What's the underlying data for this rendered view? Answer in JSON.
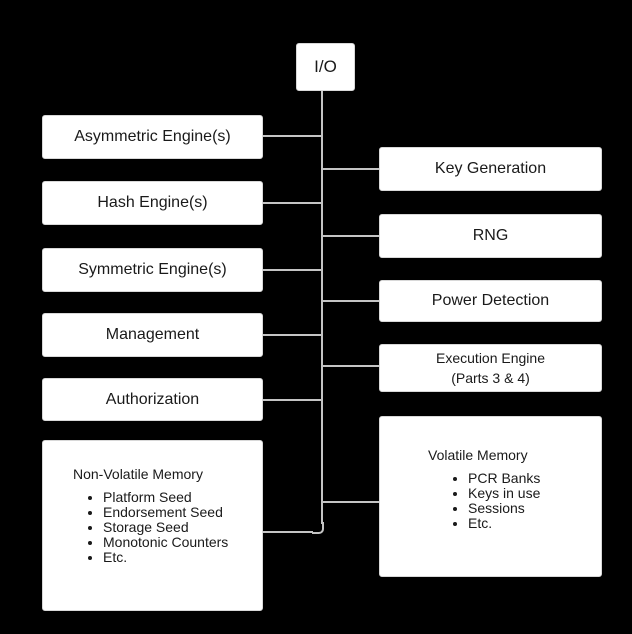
{
  "diagram": {
    "root": "I/O",
    "left": [
      {
        "label": "Asymmetric Engine(s)"
      },
      {
        "label": "Hash Engine(s)"
      },
      {
        "label": "Symmetric Engine(s)"
      },
      {
        "label": "Management"
      },
      {
        "label": "Authorization"
      }
    ],
    "right": [
      {
        "label": "Key Generation"
      },
      {
        "label": "RNG"
      },
      {
        "label": "Power Detection"
      }
    ],
    "execution_engine": {
      "line1": "Execution Engine",
      "line2": "(Parts 3 & 4)"
    },
    "non_volatile_memory": {
      "title": "Non-Volatile Memory",
      "items": [
        "Platform Seed",
        "Endorsement Seed",
        "Storage Seed",
        "Monotonic Counters",
        "Etc."
      ]
    },
    "volatile_memory": {
      "title": "Volatile Memory",
      "items": [
        "PCR Banks",
        "Keys in use",
        "Sessions",
        "Etc."
      ]
    },
    "colors": {
      "background": "#000000",
      "box": "#ffffff",
      "connector": "#c4c4c4"
    }
  }
}
